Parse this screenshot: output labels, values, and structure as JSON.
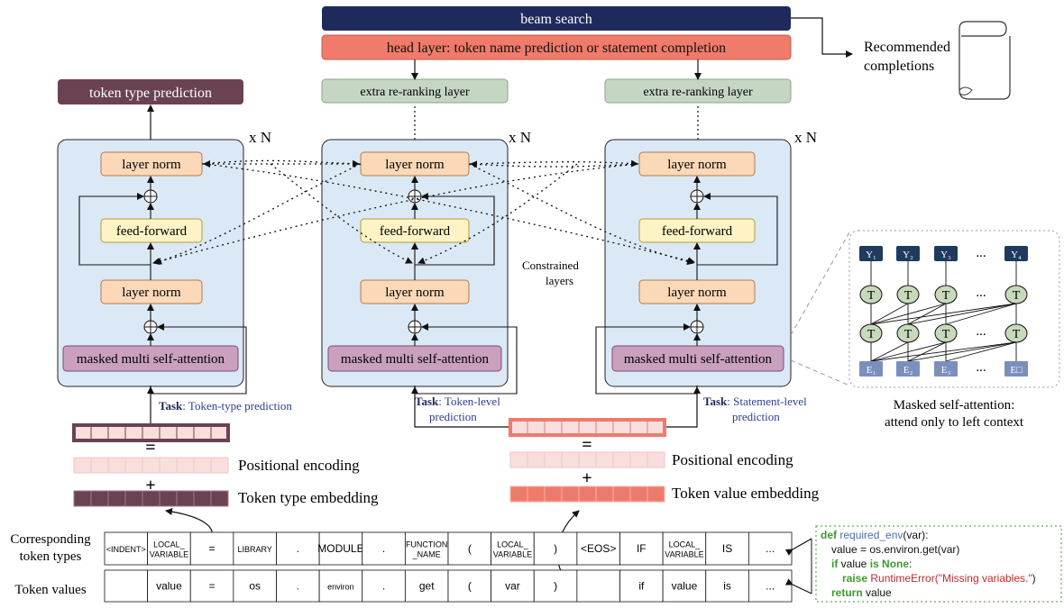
{
  "top": {
    "beam_search": "beam search",
    "head_layer": "head layer: token name prediction or statement completion",
    "recommended": [
      "Recommended",
      "completions"
    ]
  },
  "outputs": {
    "token_type_prediction": "token type prediction",
    "rerank": "extra re-ranking layer"
  },
  "block": {
    "repeat": "x N",
    "layer_norm": "layer norm",
    "feed_forward": "feed-forward",
    "attention": "masked multi self-attention"
  },
  "constrained": [
    "Constrained",
    "layers"
  ],
  "tasks": {
    "prefix": "Task",
    "t1": "Token-type prediction",
    "t2": [
      "Token-level",
      "prediction"
    ],
    "t3": [
      "Statement-level",
      "prediction"
    ]
  },
  "embeddings": {
    "equals": "=",
    "plus": "+",
    "positional": "Positional encoding",
    "type_emb": "Token type embedding",
    "value_emb": "Token value embedding"
  },
  "masked_panel": {
    "y": [
      "Y₁",
      "Y₂",
      "Y₃",
      "Y₄"
    ],
    "t": "T",
    "e": [
      "E₁",
      "E₂",
      "E₃",
      "E□"
    ],
    "ellipsis": "...",
    "caption": [
      "Masked self-attention:",
      "attend only to left context"
    ]
  },
  "rows": {
    "types_label": [
      "Corresponding",
      "token types"
    ],
    "values_label": "Token values",
    "types": [
      "<INDENT>",
      "LOCAL_\nVARIABLE",
      "=",
      "LIBRARY",
      ".",
      "MODULE",
      ".",
      "FUNCTION\n_NAME",
      "(",
      "LOCAL_\nVARIABLE",
      ")",
      "<EOS>",
      "IF",
      "LOCAL_\nVARIABLE",
      "IS",
      "..."
    ],
    "values": [
      "",
      "value",
      "=",
      "os",
      ".",
      "environ",
      ".",
      "get",
      "(",
      "var",
      ")",
      "",
      "if",
      "value",
      "is",
      "..."
    ]
  },
  "code": {
    "lines": [
      [
        [
          "def ",
          "kw"
        ],
        [
          "required_env",
          "fn"
        ],
        [
          "(var):",
          "tx"
        ]
      ],
      [
        [
          "value = os.environ.get(var)",
          "tx"
        ]
      ],
      [
        [
          "if ",
          "kw"
        ],
        [
          "value ",
          "tx"
        ],
        [
          "is ",
          "kw2"
        ],
        [
          "None",
          "kw"
        ],
        [
          ":",
          "tx"
        ]
      ],
      [
        [
          "raise ",
          "kw"
        ],
        [
          "RuntimeError(",
          "err"
        ],
        [
          "\"Missing variables.\"",
          "err"
        ],
        [
          ")",
          "tx"
        ]
      ],
      [
        [
          "return ",
          "kw"
        ],
        [
          "value",
          "tx"
        ]
      ]
    ]
  },
  "colors": {
    "navy": "#1f2a5c",
    "salmon": "#f07b6a",
    "plum": "#6b4154",
    "sage": "#c5d7c3",
    "block_bg": "#dbe9f6",
    "norm": "#fbd9b8",
    "ff": "#fdf3c4",
    "attn": "#c9a1bf",
    "task_blue": "#2b3f8c",
    "pos_pink": "#f9dede",
    "value_emb": "#ee7a6b",
    "kw_green": "#3a9d2c",
    "err_red": "#c22a2a",
    "panel_navy": "#1e3a5f",
    "panel_blue": "#7b8fbf",
    "node_green": "#c7d9bb"
  }
}
